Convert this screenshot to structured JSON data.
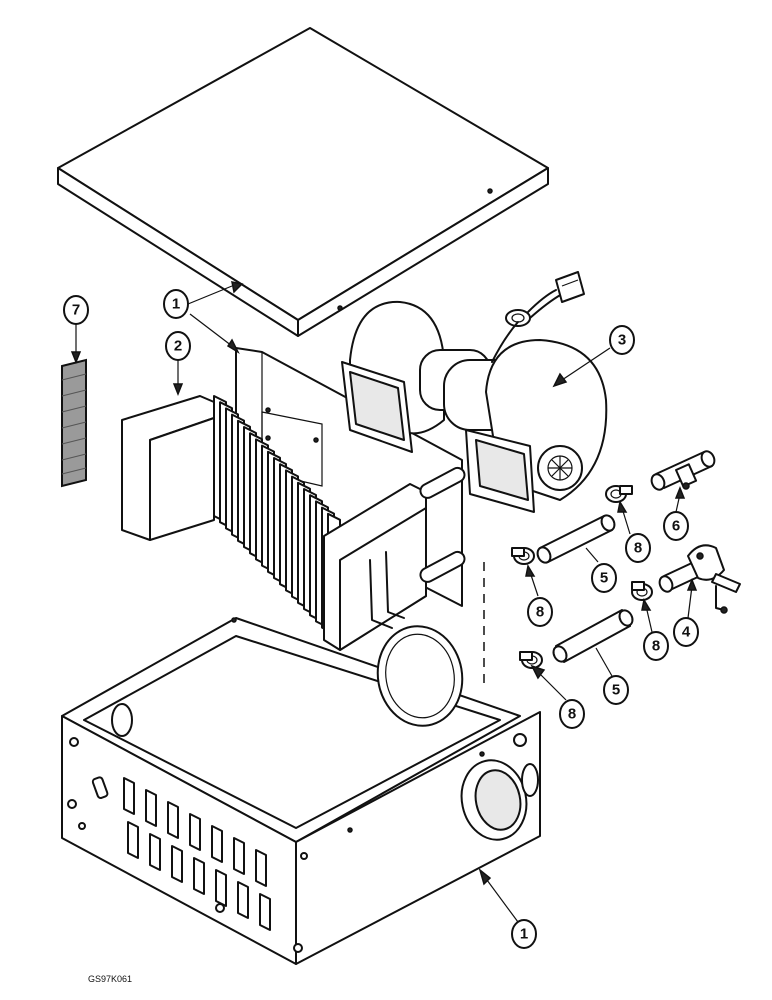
{
  "callouts": [
    {
      "id": "c1a",
      "label": "1"
    },
    {
      "id": "c1b",
      "label": "1"
    },
    {
      "id": "c2",
      "label": "2"
    },
    {
      "id": "c3",
      "label": "3"
    },
    {
      "id": "c4",
      "label": "4"
    },
    {
      "id": "c5a",
      "label": "5"
    },
    {
      "id": "c5b",
      "label": "5"
    },
    {
      "id": "c6",
      "label": "6"
    },
    {
      "id": "c7",
      "label": "7"
    },
    {
      "id": "c8a",
      "label": "8"
    },
    {
      "id": "c8b",
      "label": "8"
    },
    {
      "id": "c8c",
      "label": "8"
    },
    {
      "id": "c8d",
      "label": "8"
    }
  ],
  "drawing_code": "GS97K061"
}
